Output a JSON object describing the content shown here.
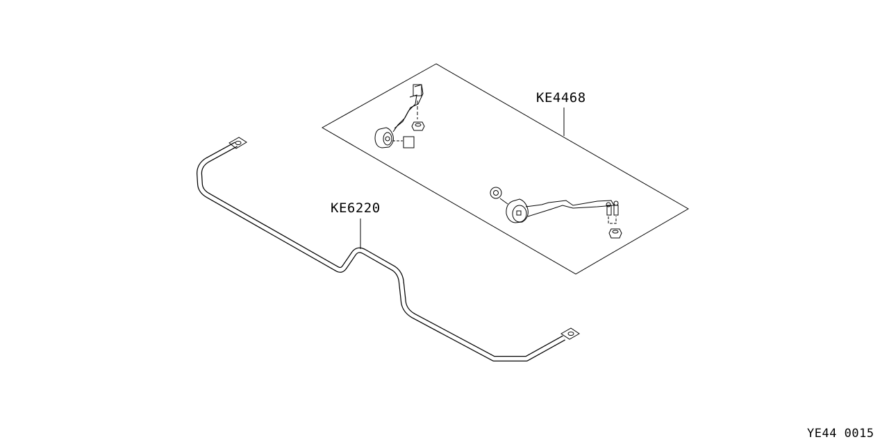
{
  "parts": [
    {
      "id": "stabilizer-bar",
      "label": "KE6220"
    },
    {
      "id": "stabilizer-link-kit",
      "label": "KE4468"
    }
  ],
  "diagram_code": "YE44 0015",
  "colors": {
    "line": "#000000",
    "background": "#ffffff"
  }
}
